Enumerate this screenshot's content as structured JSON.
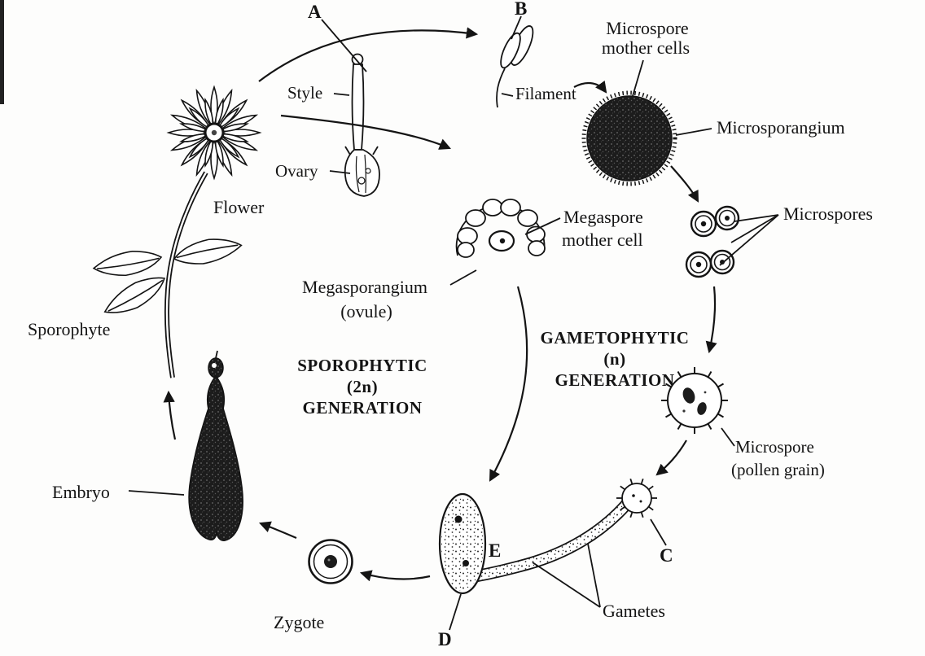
{
  "colors": {
    "ink": "#141414",
    "background": "#ffffff"
  },
  "cycle_labels": {
    "a": "A",
    "b": "B",
    "c": "C",
    "d": "D",
    "e": "E"
  },
  "labels": {
    "style": "Style",
    "ovary": "Ovary",
    "flower": "Flower",
    "sporophyte": "Sporophyte",
    "embryo": "Embryo",
    "zygote": "Zygote",
    "filament": "Filament",
    "gametes": "Gametes",
    "microsporangium": "Microsporangium",
    "microspores": "Microspores",
    "microspore_mother_cells": {
      "line1": "Microspore",
      "line2": "mother cells"
    },
    "microspore_pollen_grain": {
      "line1": "Microspore",
      "line2": "(pollen grain)"
    },
    "megaspore_mother_cell": {
      "line1": "Megaspore",
      "line2": "mother cell"
    },
    "megasporangium_ovule": {
      "line1": "Megasporangium",
      "line2": "(ovule)"
    },
    "sporophytic_generation": {
      "line1": "SPOROPHYTIC",
      "line2": "(2n)",
      "line3": "GENERATION"
    },
    "gametophytic_generation": {
      "line1": "GAMETOPHYTIC",
      "line2": "(n)",
      "line3": "GENERATION"
    }
  }
}
